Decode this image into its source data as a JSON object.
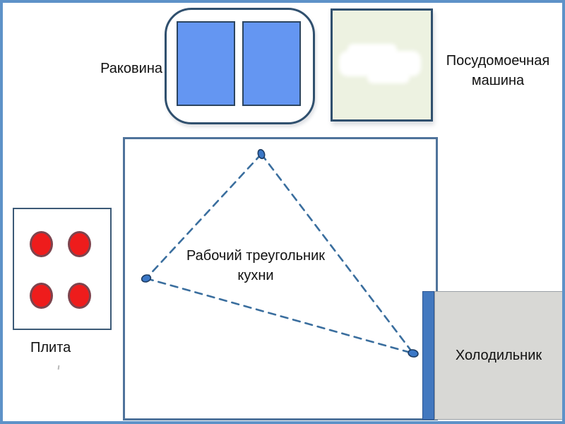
{
  "labels": {
    "sink": "Раковина",
    "dishwasher": "Посудомоечная машина",
    "stove": "Плита",
    "fridge": "Холодильник",
    "work_triangle": "Рабочий треугольник кухни"
  },
  "colors": {
    "frame-blue": "#5e92c8",
    "outline-dark": "#30506e",
    "basin-blue": "#6496f2",
    "dishwasher-fill": "#edf2e1",
    "work-area-border": "#4f739b",
    "triangle-dash": "#3a6e9e",
    "vertex-fill": "#3b78c7",
    "vertex-stroke": "#1d3c63",
    "burner-red": "#ee1c1c",
    "burner-ring": "#7e444e",
    "fridge-gray": "#d8d8d5",
    "fridge-bar-blue": "#4278bf",
    "text": "#111111"
  }
}
